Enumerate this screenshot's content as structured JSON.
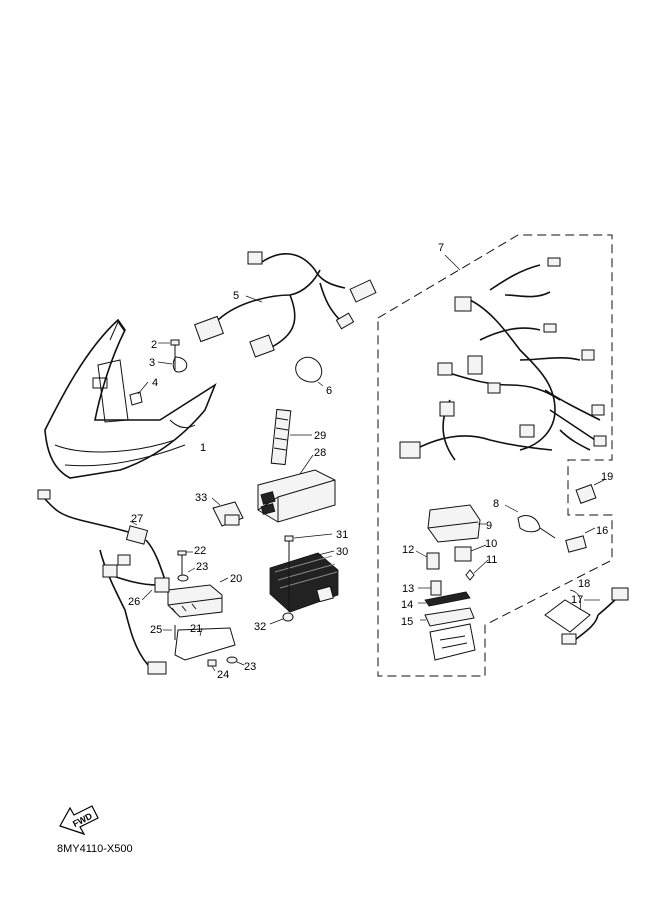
{
  "callouts": {
    "c1": "1",
    "c2": "2",
    "c3": "3",
    "c4": "4",
    "c5": "5",
    "c6": "6",
    "c7": "7",
    "c8": "8",
    "c9": "9",
    "c10": "10",
    "c11": "11",
    "c12": "12",
    "c13": "13",
    "c14": "14",
    "c15": "15",
    "c16": "16",
    "c17": "17",
    "c18": "18",
    "c19": "19",
    "c20": "20",
    "c21": "21",
    "c22": "22",
    "c23a": "23",
    "c23b": "23",
    "c24": "24",
    "c25": "25",
    "c26": "26",
    "c27": "27",
    "c28": "28",
    "c29": "29",
    "c30": "30",
    "c31": "31",
    "c32": "32",
    "c33": "33"
  },
  "fwd_label": "FWD",
  "drawing_code": "8MY4110-X500"
}
